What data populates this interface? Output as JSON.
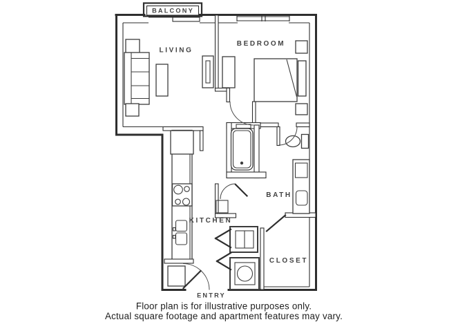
{
  "floor_plan": {
    "rooms": {
      "balcony": "BALCONY",
      "living": "LIVING",
      "bedroom": "BEDROOM",
      "bath": "BATH",
      "kitchen": "KITCHEN",
      "closet": "CLOSET",
      "entry": "ENTRY"
    },
    "disclaimer": {
      "line1": "Floor plan is for illustrative purposes only.",
      "line2": "Actual square footage and apartment features may vary."
    },
    "fixtures": [
      "sofa",
      "end-table",
      "coffee-table",
      "media-console",
      "dresser",
      "bed",
      "nightstand",
      "refrigerator",
      "stove",
      "kitchen-sink",
      "bathtub",
      "toilet",
      "vanity-sink",
      "stacked-cabinet",
      "washer-dryer",
      "entry-closet"
    ],
    "colors": {
      "wall": "#2e2e2e",
      "furniture": "#3c3c3c",
      "label": "#424242",
      "text": "#1e1e1e",
      "background": "#ffffff"
    }
  }
}
